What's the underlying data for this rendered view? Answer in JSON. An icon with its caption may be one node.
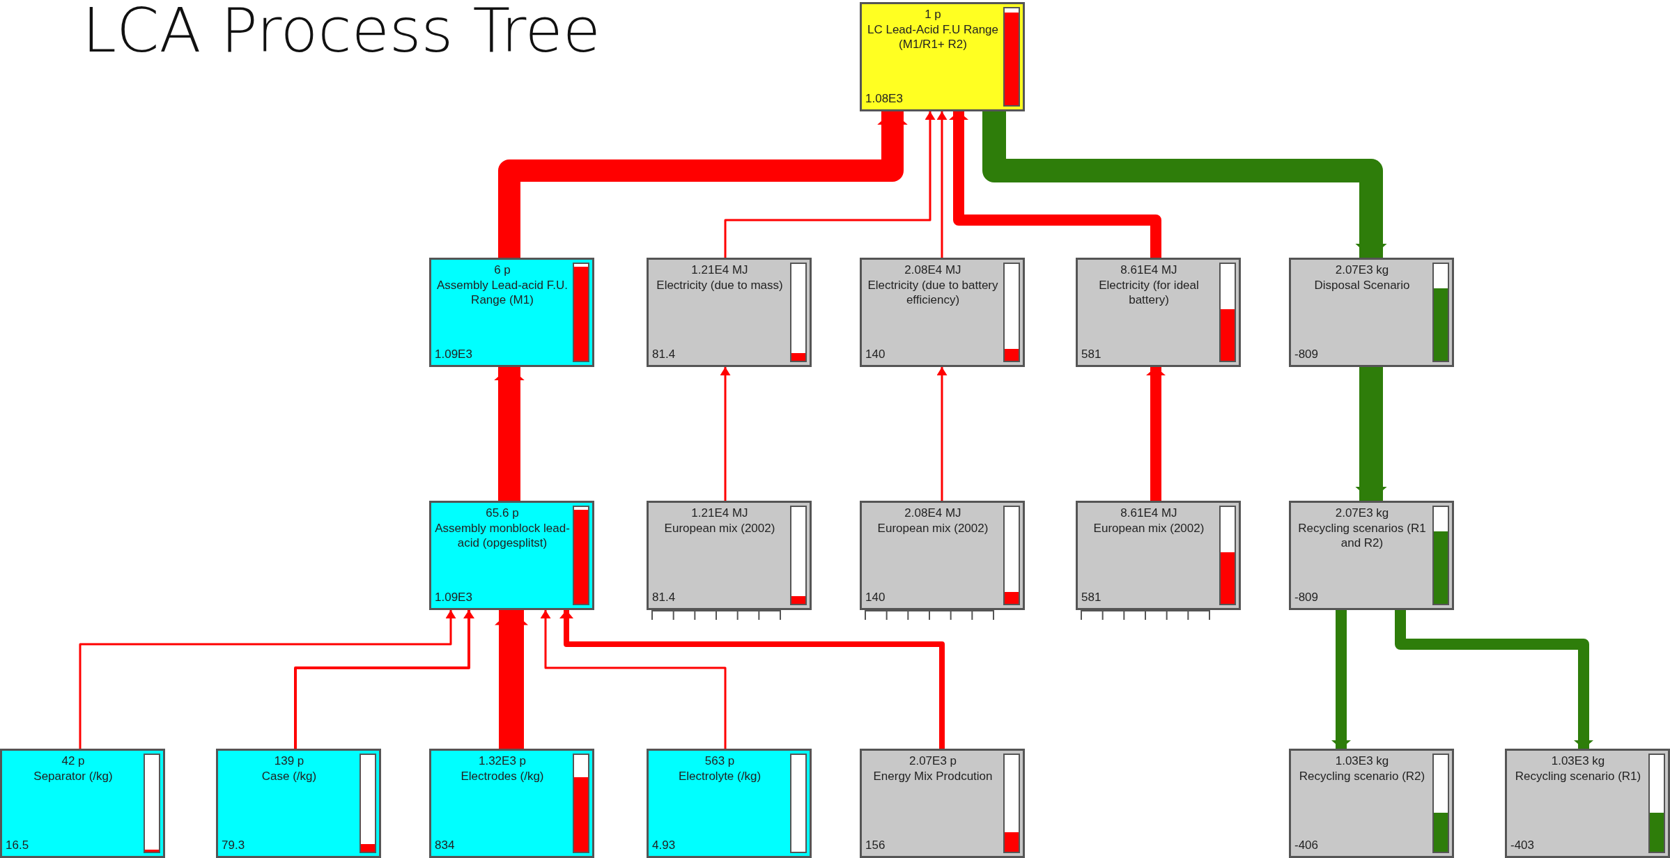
{
  "diagram": {
    "title": "LCA Process Tree",
    "nodes": [
      {
        "text": [
          "1 p",
          "LC Lead-Acid F.U Range (M1/R1+ R2)",
          "1.08E3"
        ]
      },
      {
        "text": [
          "6 p",
          "Assembly Lead-acid F.U. Range (M1)",
          "1.09E3"
        ]
      },
      {
        "text": [
          "1.21E4 MJ",
          "Electricity (due to mass)",
          "81.4"
        ]
      },
      {
        "text": [
          "2.08E4 MJ",
          "Electricity (due to battery efficiency)",
          "140"
        ]
      },
      {
        "text": [
          "8.61E4 MJ",
          "Electricity (for ideal battery)",
          "581"
        ]
      },
      {
        "text": [
          "2.07E3 kg",
          "Disposal Scenario",
          "-809"
        ]
      },
      {
        "text": [
          "65.6 p",
          "Assembly monblock lead-acid (opgesplitst)",
          "1.09E3"
        ]
      },
      {
        "text": [
          "1.21E4 MJ",
          "European mix (2002)",
          "81.4"
        ]
      },
      {
        "text": [
          "2.08E4 MJ",
          "European mix (2002)",
          "140"
        ]
      },
      {
        "text": [
          "8.61E4 MJ",
          "European mix (2002)",
          "581"
        ]
      },
      {
        "text": [
          "2.07E3 kg",
          "Recycling scenarios (R1 and R2)",
          "-809"
        ]
      },
      {
        "text": [
          "42 p",
          "Separator (/kg)",
          "16.5"
        ]
      },
      {
        "text": [
          "139 p",
          "Case (/kg)",
          "79.3"
        ]
      },
      {
        "text": [
          "1.32E3 p",
          "Electrodes (/kg)",
          "834"
        ]
      },
      {
        "text": [
          "563 p",
          "Electrolyte (/kg)",
          "4.93"
        ]
      },
      {
        "text": [
          "2.07E3 p",
          "Energy Mix Prodcution",
          "156"
        ]
      },
      {
        "text": [
          "1.03E3 kg",
          "Recycling scenario (R2)",
          "-406"
        ]
      },
      {
        "text": [
          "1.03E3 kg",
          "Recycling scenario (R1)",
          "-403"
        ]
      }
    ],
    "edges": [
      {
        "from": 1,
        "to": 0,
        "arrow": "to",
        "style": "thick"
      },
      {
        "from": 2,
        "to": 0,
        "arrow": "to"
      },
      {
        "from": 3,
        "to": 0,
        "arrow": "to"
      },
      {
        "from": 4,
        "to": 0,
        "arrow": "to"
      },
      {
        "from": 0,
        "to": 5,
        "arrow": "to",
        "style": "thick",
        "color": "#2e7d0a"
      },
      {
        "from": 6,
        "to": 1,
        "arrow": "to",
        "style": "thick"
      },
      {
        "from": 7,
        "to": 2,
        "arrow": "to"
      },
      {
        "from": 8,
        "to": 3,
        "arrow": "to"
      },
      {
        "from": 9,
        "to": 4,
        "arrow": "to"
      },
      {
        "from": 5,
        "to": 10,
        "arrow": "to",
        "style": "thick",
        "color": "#2e7d0a"
      },
      {
        "from": 11,
        "to": 6,
        "arrow": "to"
      },
      {
        "from": 12,
        "to": 6,
        "arrow": "to"
      },
      {
        "from": 13,
        "to": 6,
        "arrow": "to",
        "style": "thick"
      },
      {
        "from": 14,
        "to": 6,
        "arrow": "to"
      },
      {
        "from": 15,
        "to": 6,
        "arrow": "to"
      },
      {
        "from": 10,
        "to": 16,
        "arrow": "to",
        "color": "#2e7d0a"
      },
      {
        "from": 10,
        "to": 17,
        "arrow": "to",
        "color": "#2e7d0a"
      }
    ]
  }
}
